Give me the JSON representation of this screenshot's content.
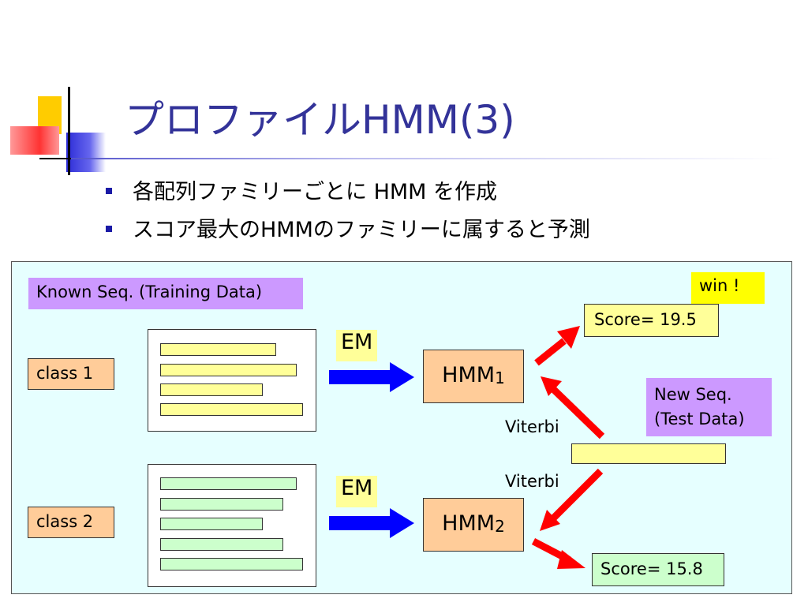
{
  "title": "プロファイルHMM(3)",
  "bullets": [
    "各配列ファミリーごとに HMM を作成",
    "スコア最大のHMMのファミリーに属すると予測"
  ],
  "diagram": {
    "known_label": "Known Seq.  (Training Data)",
    "class1": "class 1",
    "class2": "class 2",
    "em1": "EM",
    "em2": "EM",
    "hmm1_main": "HMM",
    "hmm1_sub": "1",
    "hmm2_main": "HMM",
    "hmm2_sub": "2",
    "win": "win !",
    "score1": "Score= 19.5",
    "score2": "Score= 15.8",
    "new_seq_line1": "New Seq.",
    "new_seq_line2": "(Test Data)",
    "viterbi1": "Viterbi",
    "viterbi2": "Viterbi",
    "colors": {
      "title": "#333399",
      "panel": "#e6ffff",
      "purple": "#cc99ff",
      "yellow": "#ffff99",
      "green": "#ccffcc",
      "orange": "#ffcc99",
      "blue_arrow": "#0000ff",
      "red_arrow": "#ff0000"
    }
  }
}
